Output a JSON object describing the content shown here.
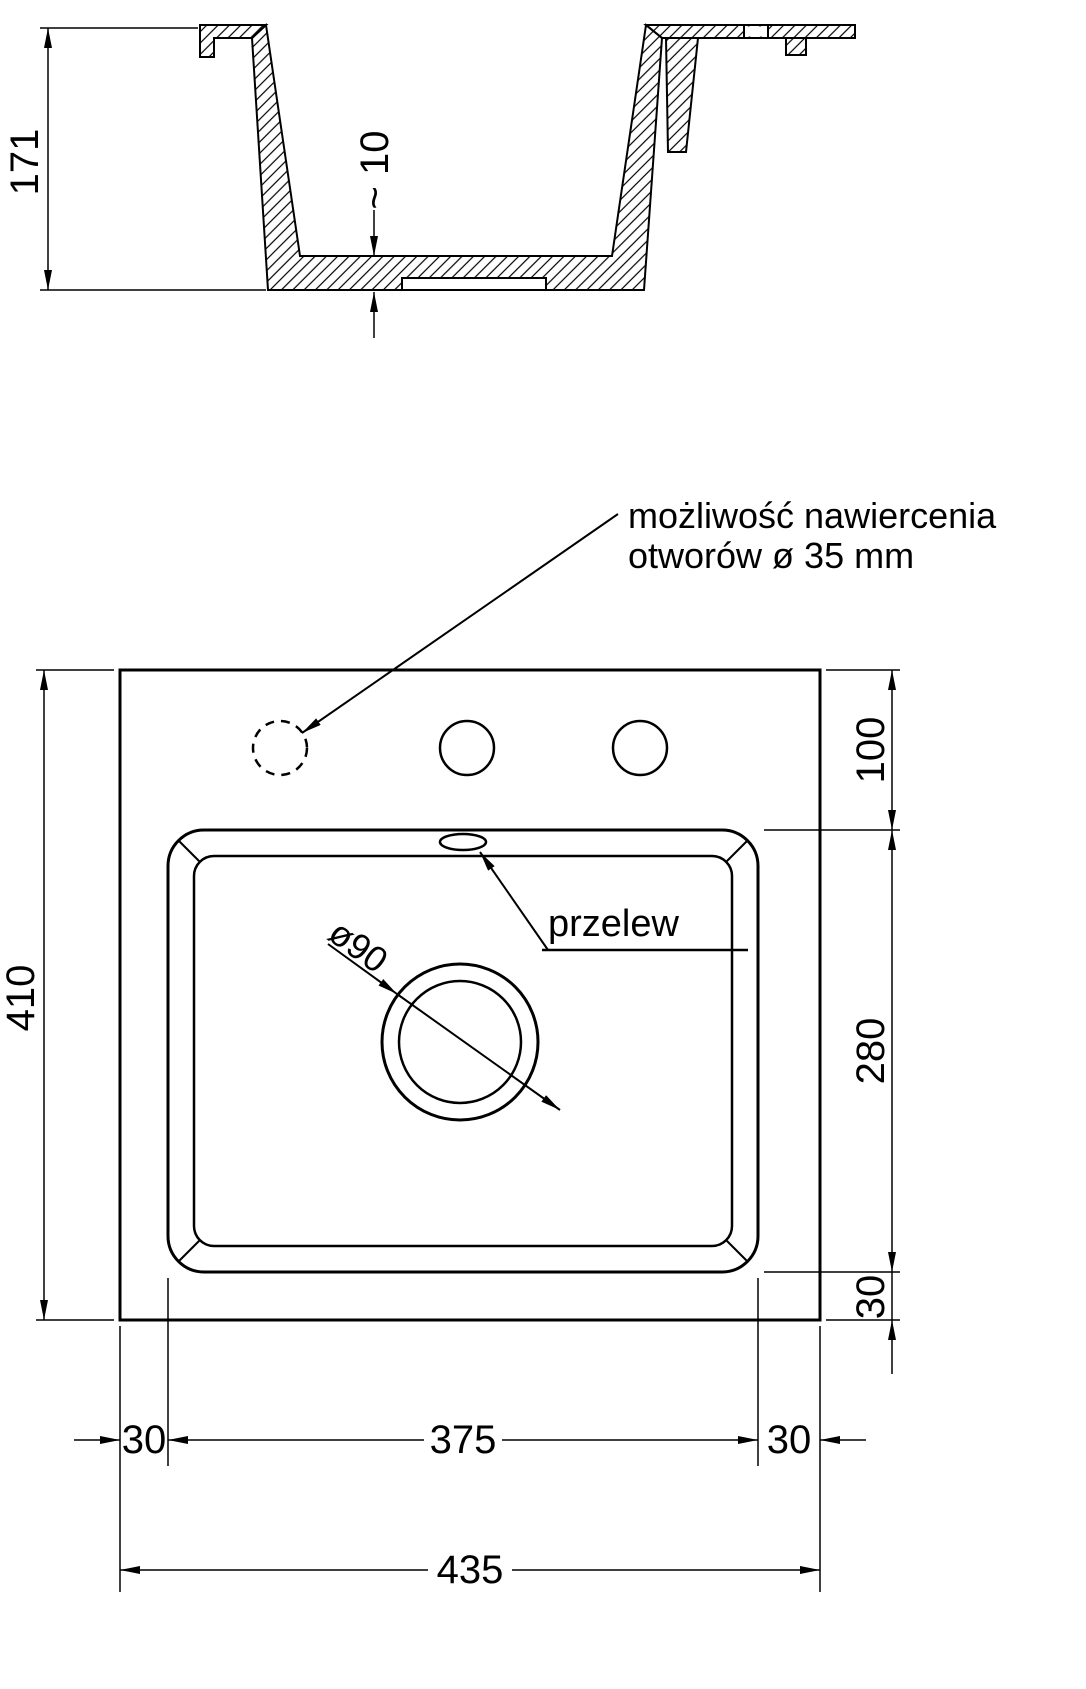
{
  "drawing": {
    "side_view": {
      "dim_height": "171",
      "dim_bottom_thickness": "~ 10"
    },
    "plan_view": {
      "note_drill_line1": "możliwość nawiercenia",
      "note_drill_line2": "otworów ø 35 mm",
      "label_overflow": "przelew",
      "label_drain_diameter": "ø90",
      "dim_total_height": "410",
      "dim_total_width": "435",
      "dim_basin_width": "375",
      "dim_margin_left": "30",
      "dim_margin_right": "30",
      "dim_top_offset": "100",
      "dim_basin_height": "280",
      "dim_bottom_margin": "30"
    },
    "colors": {
      "line": "#000000",
      "background": "#ffffff"
    }
  }
}
